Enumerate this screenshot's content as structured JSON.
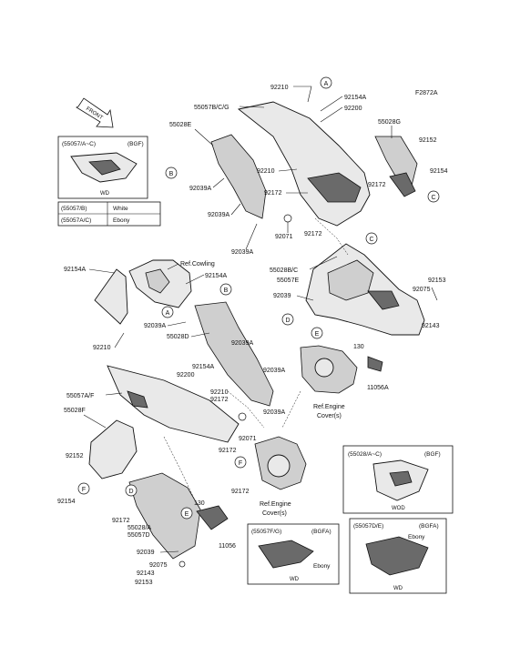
{
  "figure_code": "F2872A",
  "front_label": "FRONT",
  "callouts": {
    "n92210_top": "92210",
    "n55057BCG": "55057B/C/G",
    "n92154A_top": "92154A",
    "n92200_top": "92200",
    "n55028E": "55028E",
    "n55028G": "55028G",
    "n92152_r": "92152",
    "n92154_r": "92154",
    "n92210_mid": "92210",
    "n92039A_1": "92039A",
    "n92172_top1": "92172",
    "n92172_top2": "92172",
    "n92039A_2": "92039A",
    "n92071_top": "92071",
    "n92172_top3": "92172",
    "n92039A_3": "92039A",
    "n92154A_l": "92154A",
    "ref_cowling": "Ref.Cowling",
    "n92154A_l2": "92154A",
    "n55028BC": "55028B/C",
    "n55057E": "55057E",
    "n92153_r": "92153",
    "n92075_r": "92075",
    "n92039_r": "92039",
    "n92143_r": "92143",
    "n92039A_4": "92039A",
    "n55028D": "55028D",
    "n92039A_5": "92039A",
    "n92210_l": "92210",
    "n92154A_m": "92154A",
    "n92200_m": "92200",
    "n92039A_6": "92039A",
    "n55057AF": "55057A/F",
    "n92210_m2": "92210",
    "n92172_m": "92172",
    "n92039A_7": "92039A",
    "n55028F": "55028F",
    "n130_r": "130",
    "n11056A": "11056A",
    "ref_engine_cover_1": "Ref.Engine",
    "ref_engine_cover_1b": "Cover(s)",
    "n92071_m": "92071",
    "n92172_m2": "92172",
    "n92152_l": "92152",
    "n92154_l": "92154",
    "n92172_b": "92172",
    "n55028A": "55028/A",
    "n55057D": "55057D",
    "n92039_b": "92039",
    "n92075_b": "92075",
    "n92143_b": "92143",
    "n92153_b": "92153",
    "n130_b": "130",
    "n11056": "11056",
    "n92172_b2": "92172",
    "ref_engine_cover_2": "Ref.Engine",
    "ref_engine_cover_2b": "Cover(s)"
  },
  "circle_refs": [
    "A",
    "A",
    "B",
    "B",
    "C",
    "C",
    "D",
    "D",
    "E",
    "E",
    "F",
    "F"
  ],
  "inset_top_left": {
    "code": "(55057/A~C)",
    "variant": "(BGF)",
    "caption": "WD"
  },
  "color_table": [
    {
      "code": "(55057/B)",
      "color": "White"
    },
    {
      "code": "(55057A/C)",
      "color": "Ebony"
    }
  ],
  "inset_bottom_right_top": {
    "code": "(55028/A~C)",
    "variant": "(BGF)",
    "caption": "WOD"
  },
  "inset_bottom_mid": {
    "code": "(55057F/G)",
    "variant": "(BGFA)",
    "color": "Ebony",
    "caption": "WD"
  },
  "inset_bottom_right": {
    "code": "(55057D/E)",
    "variant": "(BGFA)",
    "color": "Ebony",
    "caption": "WD"
  },
  "colors": {
    "line": "#111111",
    "part_fill": "#e9e9e9",
    "shade": "#6a6a6a"
  }
}
